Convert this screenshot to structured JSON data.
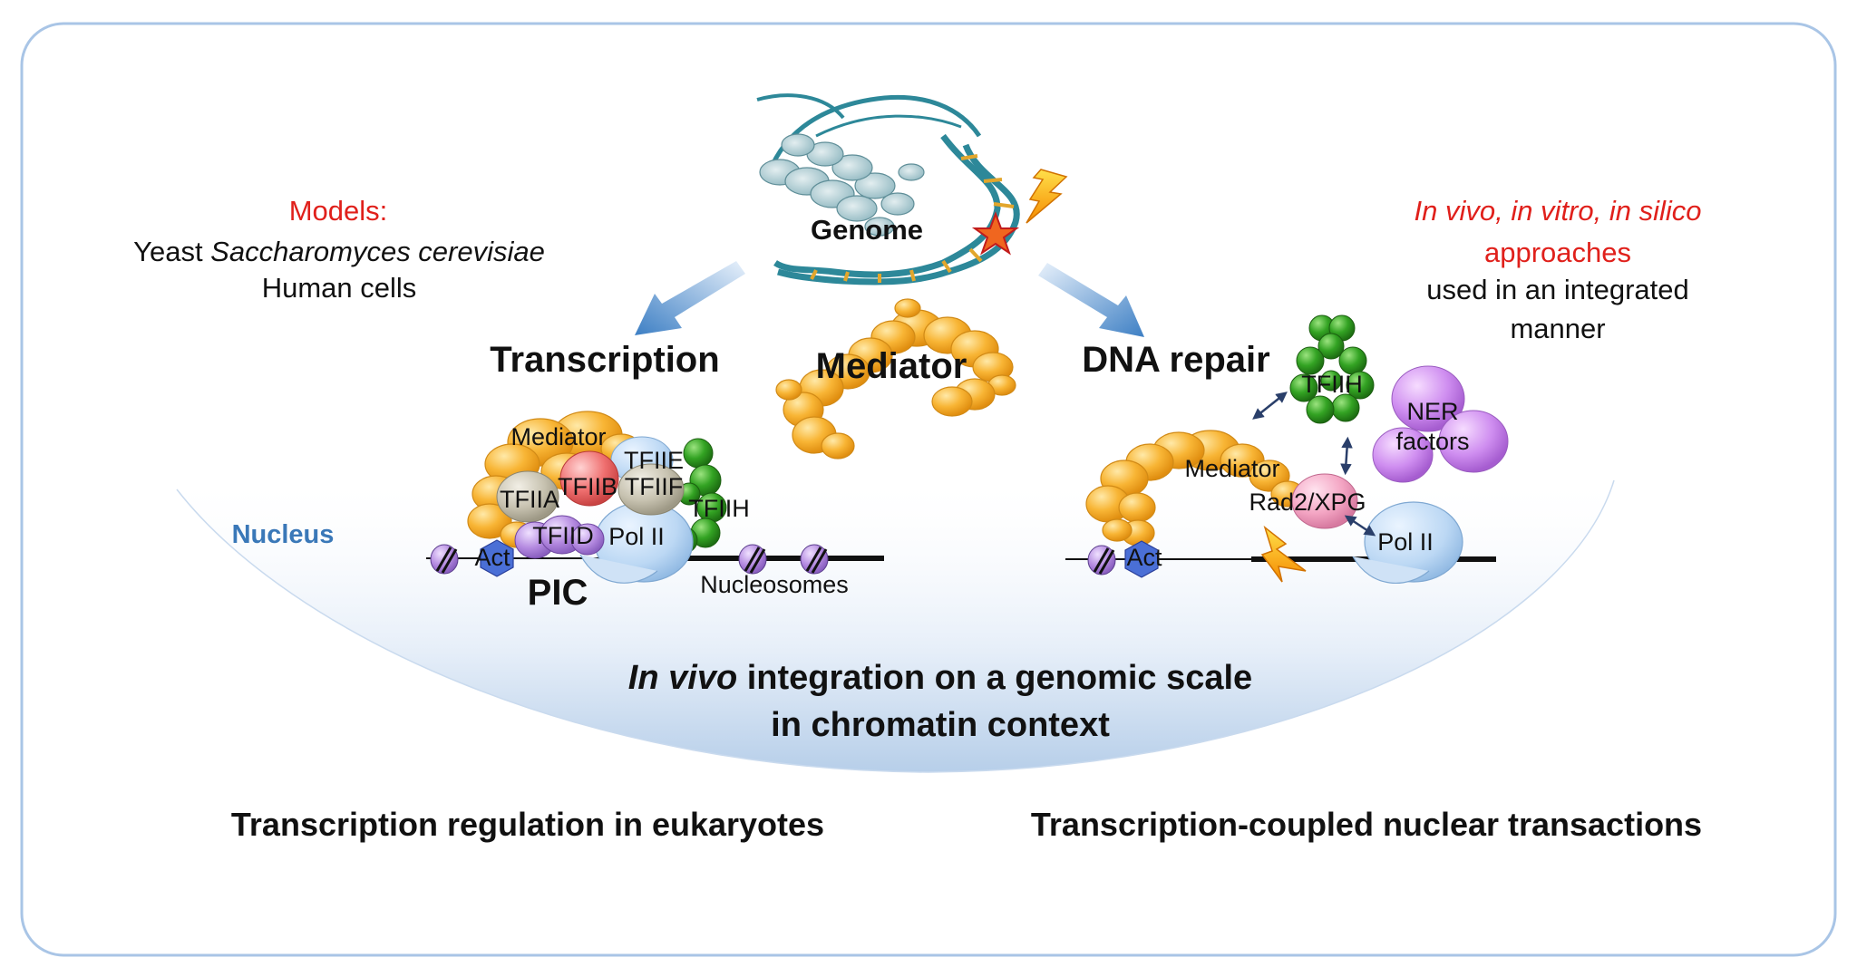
{
  "header": {
    "genome_label": "Genome",
    "models_heading": "Models:",
    "models_line1_prefix": "Yeast ",
    "models_line1_species": "Saccharomyces cerevisiae",
    "models_line2": "Human cells",
    "approaches_line1": "In vivo, in vitro, in silico",
    "approaches_line2": "approaches",
    "approaches_line3": "used in an integrated",
    "approaches_line4": "manner"
  },
  "transcription": {
    "title": "Transcription",
    "mediator": "Mediator",
    "tfiie": "TFIIE",
    "tfiib": "TFIIB",
    "tfiia": "TFIIA",
    "tfiif": "TFIIF",
    "tfiih": "TFIIH",
    "tfiid": "TFIID",
    "pol2": "Pol II",
    "act": "Act",
    "pic": "PIC",
    "nucleosomes": "Nucleosomes"
  },
  "center": {
    "mediator": "Mediator"
  },
  "repair": {
    "title": "DNA repair",
    "tfiih": "TFIIH",
    "ner_line1": "NER",
    "ner_line2": "factors",
    "mediator": "Mediator",
    "rad2": "Rad2/XPG",
    "pol2": "Pol II",
    "act": "Act"
  },
  "nucleus": {
    "label": "Nucleus",
    "line1_italic": "In vivo",
    "line1_rest": " integration on a genomic scale",
    "line2": "in chromatin context"
  },
  "footer": {
    "left": "Transcription regulation in eukaryotes",
    "right": "Transcription-coupled nuclear transactions"
  },
  "colors": {
    "red_text": "#e0201b",
    "nucleus_blue": "#3a78b8",
    "frame": "#a9c5e6",
    "mediator_orange": "#f5a623",
    "tfiih_green": "#2f9e1f",
    "ner_purple": "#c77ee6",
    "pol2_blue": "#bcd7f2",
    "tfiib_red": "#ef6f6f",
    "rad2_pink": "#f4a6c4",
    "tfii_gray": "#c7c2b0",
    "act_blue": "#4a6fd6"
  }
}
